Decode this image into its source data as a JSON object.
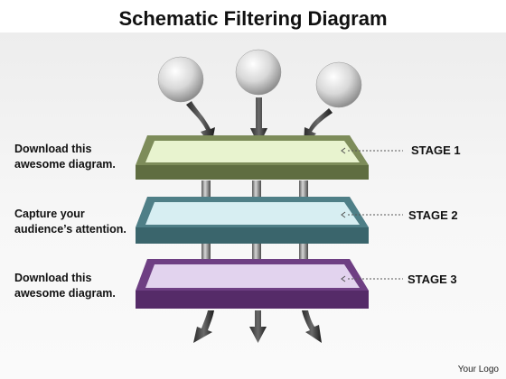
{
  "title": "Schematic Filtering Diagram",
  "stages": [
    {
      "label": "STAGE 1",
      "description": "Download this\nawesome diagram.",
      "color": "#7d8c5a",
      "inner_color": "#e8f3cf"
    },
    {
      "label": "STAGE 2",
      "description": "Capture your\naudience’s attention.",
      "color": "#4f7f87",
      "inner_color": "#d7eef2"
    },
    {
      "label": "STAGE 3",
      "description": "Download this\nawesome diagram.",
      "color": "#6e3f83",
      "inner_color": "#e2d3ee"
    }
  ],
  "logo_text": "Your Logo",
  "icons": {
    "sphere": "sphere-icon",
    "arrow": "arrow-icon",
    "pipe": "pipe-icon",
    "pointer": "pointer-icon"
  }
}
